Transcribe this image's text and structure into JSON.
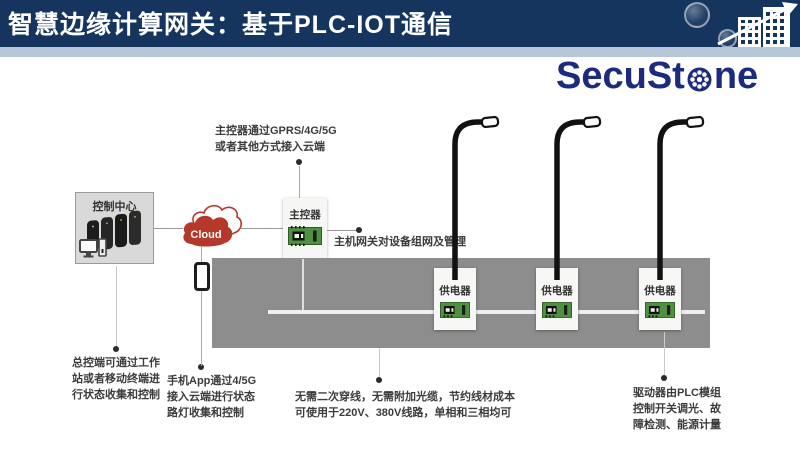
{
  "header": {
    "title": "智慧边缘计算网关：基于PLC-IOT通信"
  },
  "logo": {
    "part1": "SecuSt",
    "part2": "ne",
    "name": "SecuStone",
    "color": "#1b2b7d"
  },
  "colors": {
    "header_bg": "#16355e",
    "strip": "#b7c5d8",
    "cloud_red": "#b5392b",
    "road_gray": "#8d8d8d",
    "pcb_green": "#4f9140",
    "text_gray": "#3c3c3c"
  },
  "diagram": {
    "control_center": {
      "label": "控制中心"
    },
    "cloud": {
      "label": "Cloud"
    },
    "master": {
      "label": "主控器"
    },
    "power_units": [
      {
        "label": "供电器"
      },
      {
        "label": "供电器"
      },
      {
        "label": "供电器"
      }
    ],
    "annotations": {
      "gprs": "主控器通过GPRS/4G/5G\n或者其他方式接入云端",
      "gateway": "主机网关对设备组网及管理",
      "console": "总控端可通过工作\n站或者移动终端进\n行状态收集和控制",
      "app": "手机App通过4/5G\n接入云端进行状态\n路灯收集和控制",
      "wiring": "无需二次穿线，无需附加光缆，节约线材成本\n可使用于220V、380V线路，单相和三相均可",
      "driver": "驱动器由PLC模组\n控制开关调光、故\n障检测、能源计量"
    }
  }
}
